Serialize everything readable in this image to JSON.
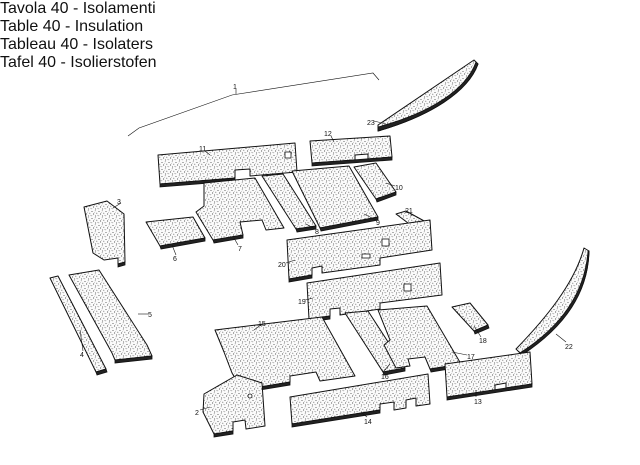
{
  "header": {
    "left": [
      "Tavola   40  -  Isolamenti",
      "Table      40  -  Insulation"
    ],
    "right": [
      "Tableau  40  -  Isolaters",
      "Tafel      40  -  Isolierstofen"
    ]
  },
  "callouts": [
    "1",
    "2",
    "3",
    "4",
    "5",
    "6",
    "7",
    "8",
    "9",
    "10",
    "11",
    "12",
    "13",
    "14",
    "15",
    "16",
    "17",
    "18",
    "19",
    "20",
    "21",
    "22",
    "23"
  ]
}
